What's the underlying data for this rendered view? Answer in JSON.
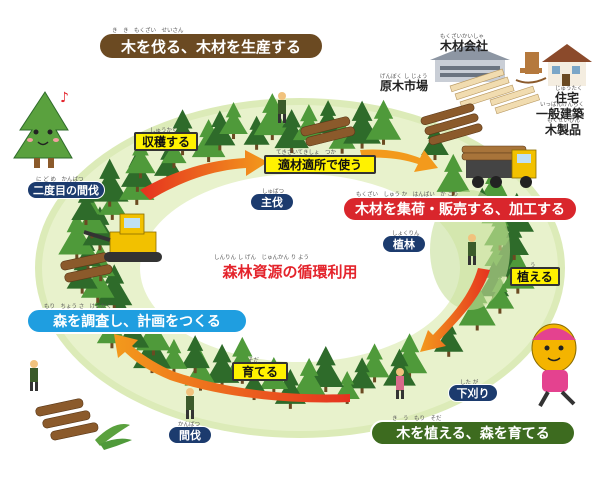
{
  "title": "木を伐る、木材を生産する",
  "center_title": "森林資源の循環利用",
  "sections": {
    "cut_produce": "木を伐る、木材を生産する",
    "collect_sell": "木材を集荷・販売する、加工する",
    "plant_grow": "木を植える、森を育てる",
    "survey_plan": "森を調査し、計画をつくる"
  },
  "steps": {
    "harvest": "収穫する",
    "use_right": "適材適所で使う",
    "plant": "植える",
    "grow": "育てる"
  },
  "activities": {
    "main_cut": "主伐",
    "planting": "植林",
    "weeding": "下刈り",
    "thinning": "間伐",
    "second_thinning": "二度目の間伐"
  },
  "places": {
    "timber_company": "木材会社",
    "log_market": "原木市場",
    "housing": "住宅",
    "general_building": "一般建築",
    "wood_products": "木製品"
  },
  "ruby": {
    "title": "き　き　もくざい　せいさん",
    "center": "しんりん し げん　じゅんかん り よう",
    "collect": "もくざい　しゅう か　はんばい　か こう",
    "plant_grow": "き　う　もり　そだ",
    "survey": "もり　ちょう さ　けいかく",
    "harvest": "しゅうかく",
    "use_right": "てきざいてきしょ　つか",
    "plant": "う",
    "grow": "そだ",
    "main_cut": "しゅばつ",
    "planting": "しょくりん",
    "weeding": "した が",
    "thinning": "かんばつ",
    "second_thinning": "に ど め　かんばつ",
    "timber_company": "もくざいかいしゃ",
    "log_market": "げんぼく し じょう",
    "housing": "じゅうたく",
    "general_building": "いっぱんけんちく",
    "wood_products": "もくせいひん"
  },
  "icons": {
    "mascot": "tree-mascot-icon",
    "runner": "runner-mascot-icon",
    "music": "music-note-icon"
  },
  "colors": {
    "ring": "#dcebb8",
    "tree_dark": "#2e6b2a",
    "tree_light": "#4f9a3a",
    "arrow_red": "#e5321f",
    "arrow_orange": "#f39a1c",
    "brown": "#6b4a22",
    "blue": "#1f9ee0",
    "red": "#d9262c",
    "green": "#3d6b1f",
    "yellow": "#fff200",
    "navy": "#1c3b6e"
  }
}
